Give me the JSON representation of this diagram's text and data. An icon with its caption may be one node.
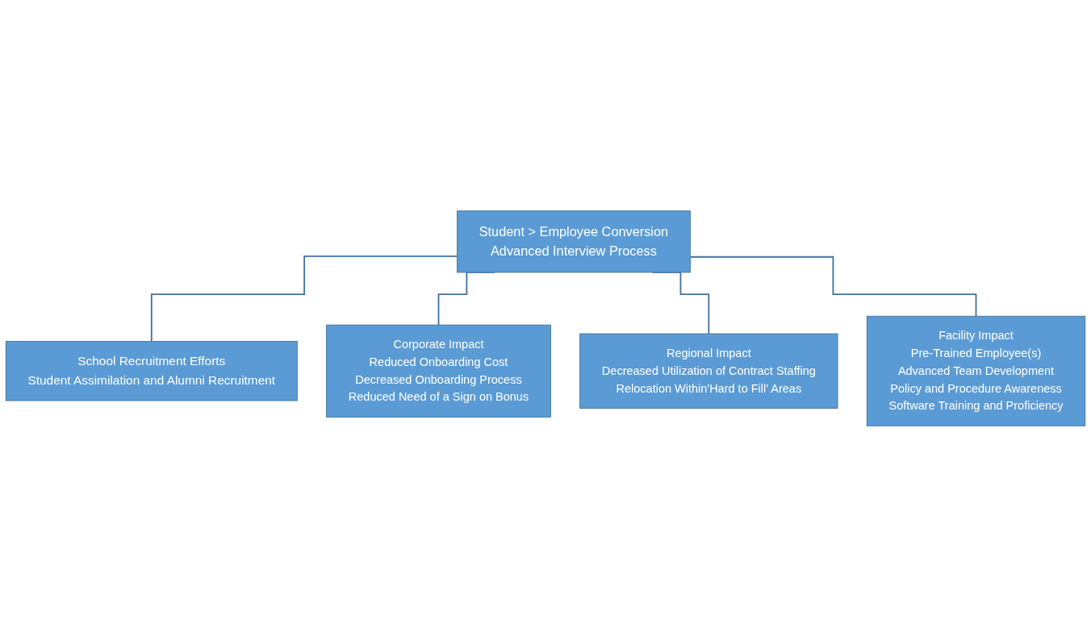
{
  "diagram": {
    "nodes": [
      {
        "text": [
          "Student > Employee Conversion",
          "Advanced Interview Process"
        ]
      },
      {
        "text": [
          "School Recruitment Efforts",
          "Student Assimilation and Alumni Recruitment"
        ]
      },
      {
        "text": [
          "Corporate Impact",
          "Reduced Onboarding Cost",
          "Decreased Onboarding Process",
          "Reduced Need of a Sign on Bonus"
        ]
      },
      {
        "text": [
          "Regional Impact",
          "Decreased Utilization of Contract Staffing",
          "Relocation Within'Hard to Fill' Areas"
        ]
      },
      {
        "text": [
          "Facility Impact",
          "Pre-Trained Employee(s)",
          "Advanced Team Development",
          "Policy and Procedure Awareness",
          "Software Training and Proficiency"
        ]
      }
    ],
    "edges": [
      {
        "from": 0,
        "to": 1,
        "arrow": "none"
      },
      {
        "from": 0,
        "to": 2,
        "arrow": "none"
      },
      {
        "from": 0,
        "to": 3,
        "arrow": "none"
      },
      {
        "from": 0,
        "to": 4,
        "arrow": "none"
      }
    ]
  }
}
